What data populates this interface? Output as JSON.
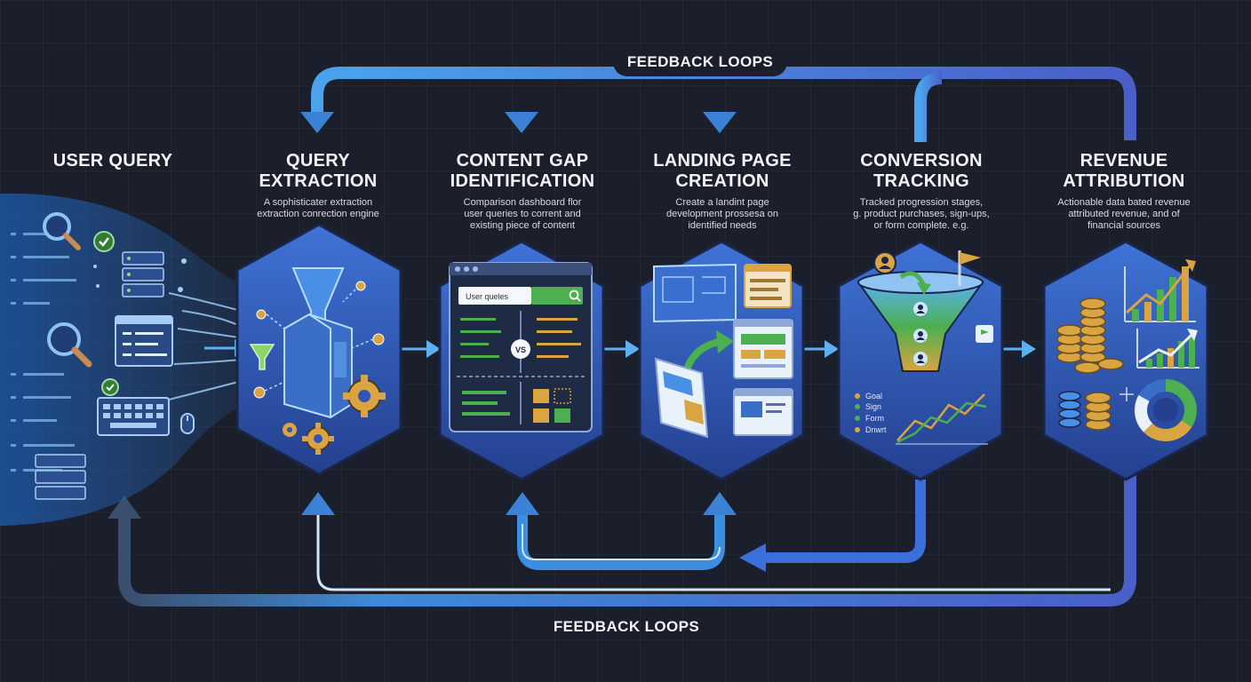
{
  "stages": [
    {
      "title_lines": [
        "USER QUERY"
      ],
      "desc_lines": []
    },
    {
      "title_lines": [
        "QUERY",
        "EXTRACTION"
      ],
      "desc_lines": [
        "A sophisticater extraction",
        "extraction conrection engine"
      ]
    },
    {
      "title_lines": [
        "CONTENT GAP",
        "IDENTIFICATION"
      ],
      "desc_lines": [
        "Comparison dashboard flor",
        "user queries to corrent and",
        "existing piece of content"
      ]
    },
    {
      "title_lines": [
        "LANDING PAGE",
        "CREATION"
      ],
      "desc_lines": [
        "Create a landint page",
        "development prossesa on",
        "identified needs"
      ]
    },
    {
      "title_lines": [
        "CONVERSION",
        "TRACKING"
      ],
      "desc_lines": [
        "Tracked progression stages,",
        "g. product purchases, sign-ups,",
        "or form complete. e.g."
      ]
    },
    {
      "title_lines": [
        "REVENUE",
        "ATTRIBUTION"
      ],
      "desc_lines": [
        "Actionable data bated revenue",
        "attributed revenue, and of",
        "financial sources"
      ]
    }
  ],
  "feedback_loops": {
    "top_label": "FEEDBACK LOOPS",
    "bottom_label": "FEEDBACK LOOPS"
  },
  "dashboard": {
    "search_text": "User queles",
    "vs_label": "VS"
  },
  "tracking_legend": [
    "Goal",
    "Sign",
    "Form",
    "Dnwrt"
  ],
  "icons": [
    "magnifier-icon",
    "checkmark-icon",
    "server-icon",
    "code-window-icon",
    "keyboard-icon",
    "mouse-icon",
    "funnel-icon",
    "gear-icon",
    "search-icon",
    "flag-icon",
    "user-icon",
    "coin-stack-icon",
    "bar-chart-icon",
    "trend-arrow-icon",
    "donut-chart-icon"
  ],
  "colors": {
    "background": "#1b1f2b",
    "arrow_blue": "#3b82d6",
    "arrow_light": "#5ab0f0",
    "hex_fill": "#2f56b5",
    "green": "#4caf50",
    "gold": "#d9a441",
    "text": "#f2f4f8"
  }
}
